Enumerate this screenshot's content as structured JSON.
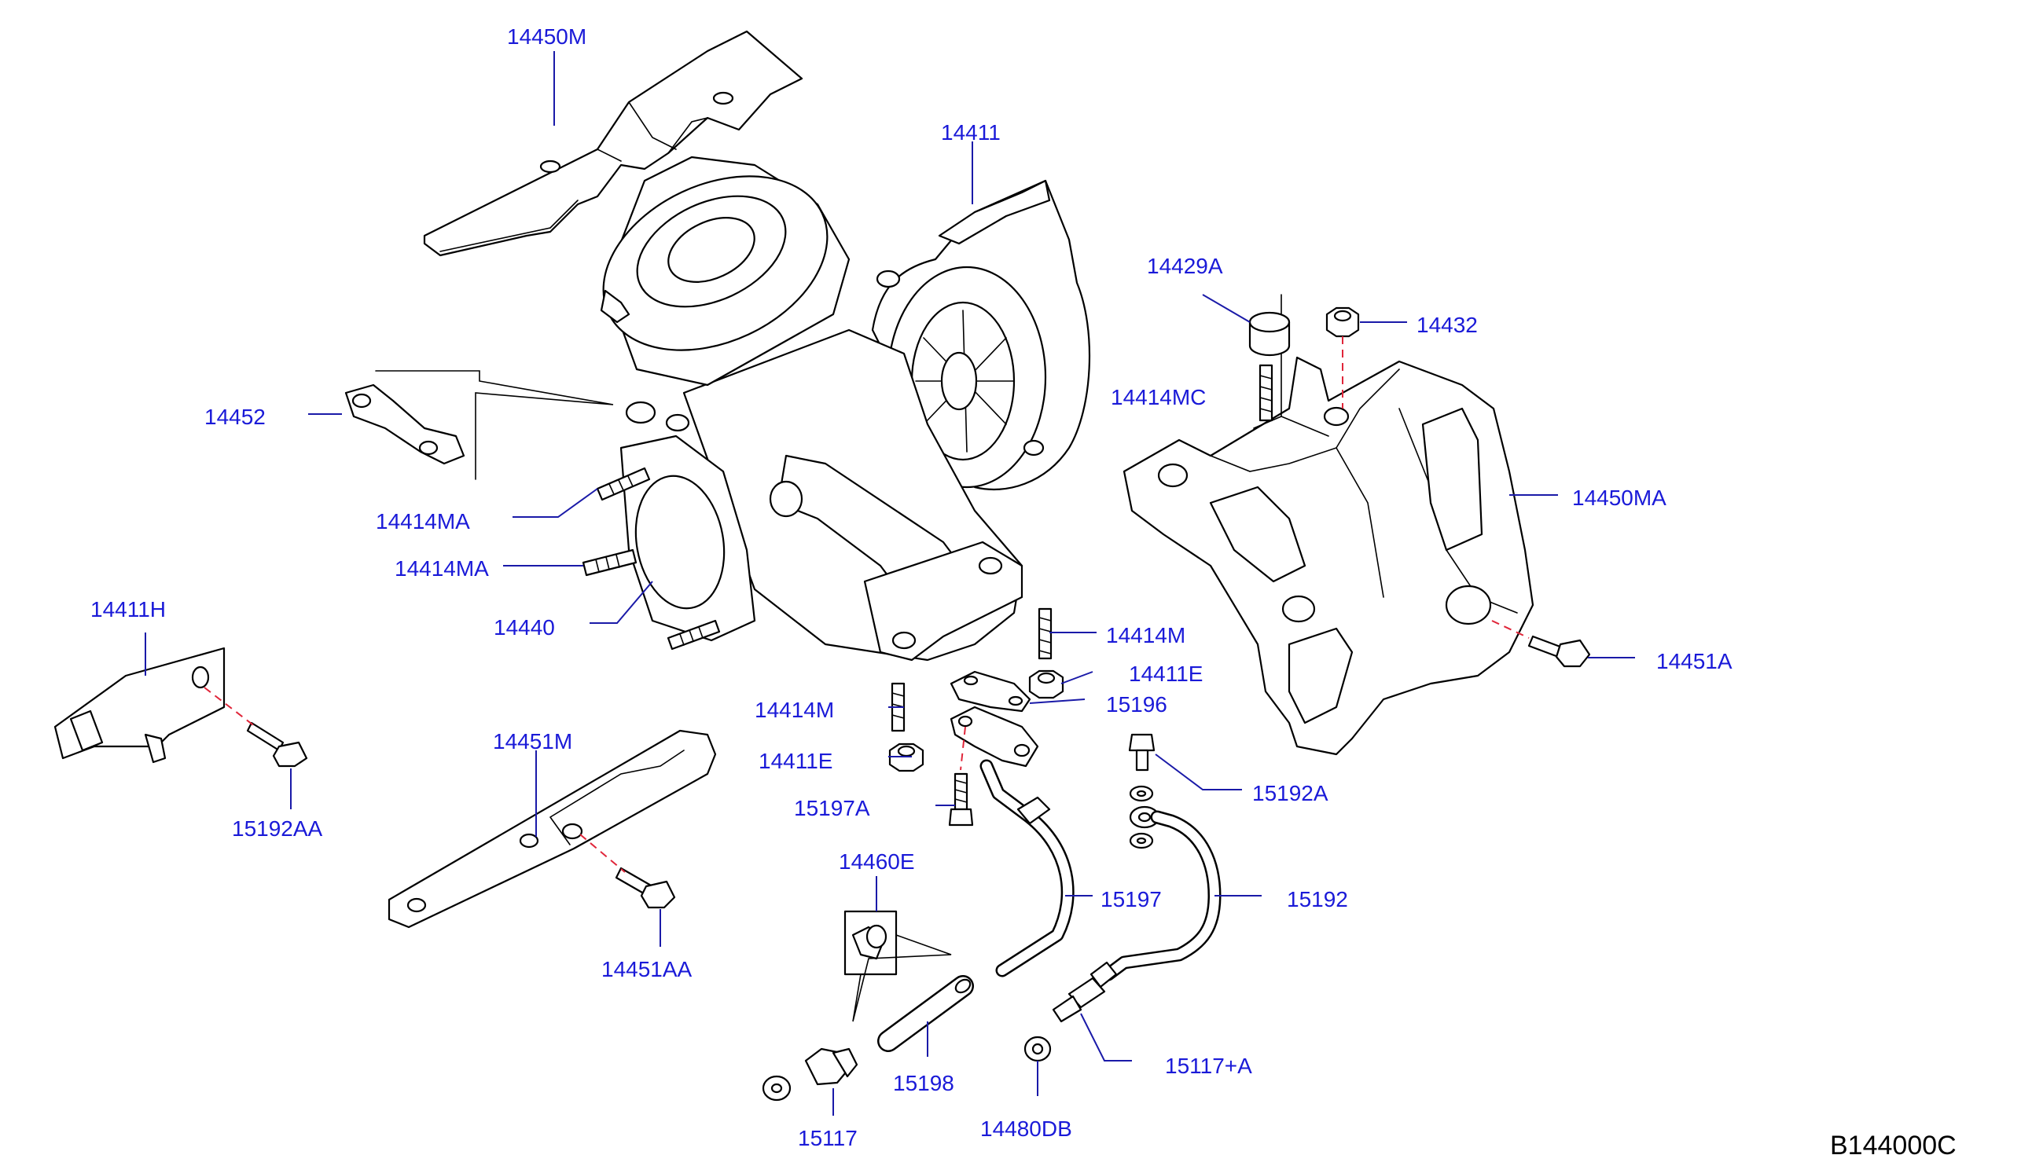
{
  "diagram": {
    "code": "B144000C",
    "callouts": [
      {
        "id": "c1",
        "text": "14450M"
      },
      {
        "id": "c2",
        "text": "14411"
      },
      {
        "id": "c3",
        "text": "14429A"
      },
      {
        "id": "c4",
        "text": "14432"
      },
      {
        "id": "c5",
        "text": "14414MC"
      },
      {
        "id": "c6",
        "text": "14452"
      },
      {
        "id": "c7",
        "text": "14450MA"
      },
      {
        "id": "c8",
        "text": "14414MA"
      },
      {
        "id": "c9",
        "text": "14414MA"
      },
      {
        "id": "c10",
        "text": "14440"
      },
      {
        "id": "c11",
        "text": "14411H"
      },
      {
        "id": "c12",
        "text": "14414M"
      },
      {
        "id": "c13",
        "text": "14451A"
      },
      {
        "id": "c14",
        "text": "14411E"
      },
      {
        "id": "c15",
        "text": "14414M"
      },
      {
        "id": "c16",
        "text": "15196"
      },
      {
        "id": "c17",
        "text": "14451M"
      },
      {
        "id": "c18",
        "text": "14411E"
      },
      {
        "id": "c19",
        "text": "15192A"
      },
      {
        "id": "c20",
        "text": "15197A"
      },
      {
        "id": "c21",
        "text": "15192AA"
      },
      {
        "id": "c22",
        "text": "14460E"
      },
      {
        "id": "c23",
        "text": "15197"
      },
      {
        "id": "c24",
        "text": "15192"
      },
      {
        "id": "c25",
        "text": "14451AA"
      },
      {
        "id": "c26",
        "text": "15117+A"
      },
      {
        "id": "c27",
        "text": "15198"
      },
      {
        "id": "c28",
        "text": "14480DB"
      },
      {
        "id": "c29",
        "text": "15117"
      }
    ]
  },
  "colors": {
    "callout_text": "#1a1ad8",
    "leader_line": "#1a1aa8",
    "alignment_dash": "#e0263a",
    "line_art": "#000000",
    "background": "#ffffff"
  }
}
